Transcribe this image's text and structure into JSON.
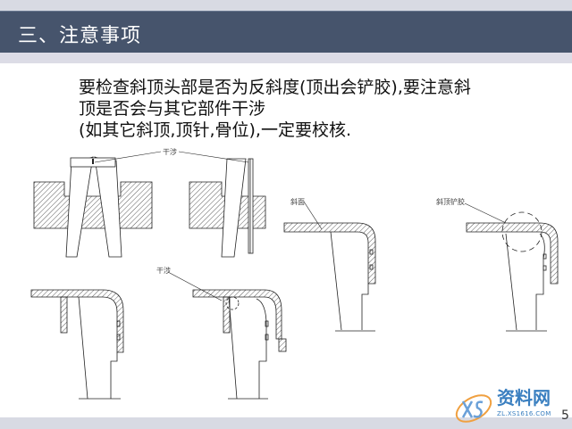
{
  "header": {
    "title": "三、注意事项"
  },
  "body": {
    "lines": [
      "要检查斜顶头部是否为反斜度(顶出会铲胶),要注意斜",
      "顶是否会与其它部件干涉",
      " (如其它斜顶,顶针,骨位),一定要校核."
    ]
  },
  "figures": {
    "label_interference_top": "干涉",
    "label_slope": "斜面",
    "label_lifter_scrape": "斜顶铲胶",
    "label_interference_bottom": "干涉"
  },
  "page_number": "5",
  "watermark": {
    "name": "资料网",
    "url": "ZL.XS1616.COM"
  },
  "colors": {
    "header_bg": "#46546c",
    "strip": "#d8dae3",
    "watermark": "#3a7fc0"
  }
}
